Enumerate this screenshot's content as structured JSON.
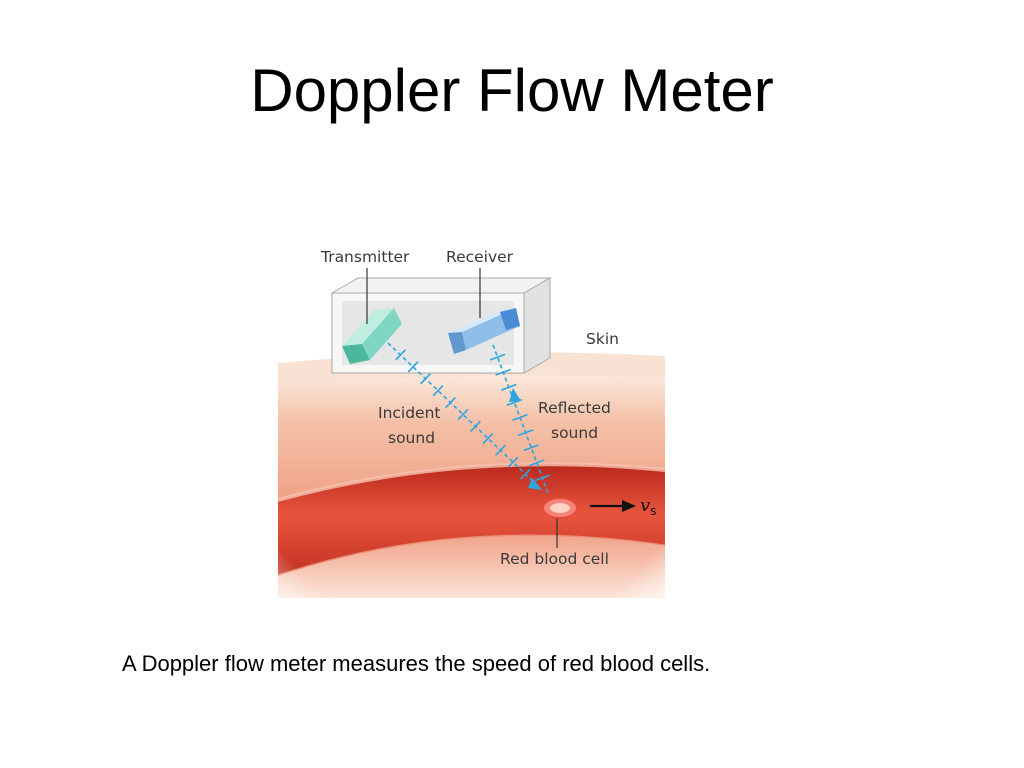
{
  "title": "Doppler Flow Meter",
  "diagram": {
    "labels": {
      "transmitter": "Transmitter",
      "receiver": "Receiver",
      "skin": "Skin",
      "incident_line1": "Incident",
      "incident_line2": "sound",
      "reflected_line1": "Reflected",
      "reflected_line2": "sound",
      "speed_symbol": "v",
      "speed_subscript": "s",
      "red_blood_cell": "Red blood cell"
    },
    "colors": {
      "skin_surface": "#f8e2d3",
      "tissue": "#f2b49c",
      "vessel": "#d8442f",
      "wave": "#2ba6e0",
      "transmitter": "#7fd6c2",
      "receiver": "#8fbfe8"
    }
  },
  "caption": "A Doppler flow meter measures the speed of red blood cells."
}
